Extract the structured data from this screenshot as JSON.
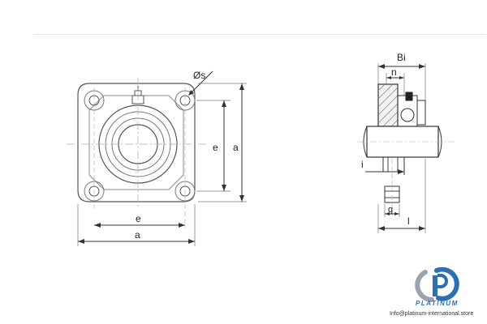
{
  "front_view": {
    "hole_label": "Øs",
    "dim_e_vertical": "e",
    "dim_a_vertical": "a",
    "dim_e_horizontal": "e",
    "dim_a_horizontal": "a"
  },
  "side_view": {
    "dim_bi": "Bi",
    "dim_n": "n",
    "dim_i": "i",
    "dim_g": "g",
    "dim_l": "l"
  },
  "brand": {
    "logo_text": "PLATINUM",
    "email": "Info@platinum-international.store",
    "color_blue": "#2b6fb5",
    "color_gray": "#9aa3ad"
  }
}
